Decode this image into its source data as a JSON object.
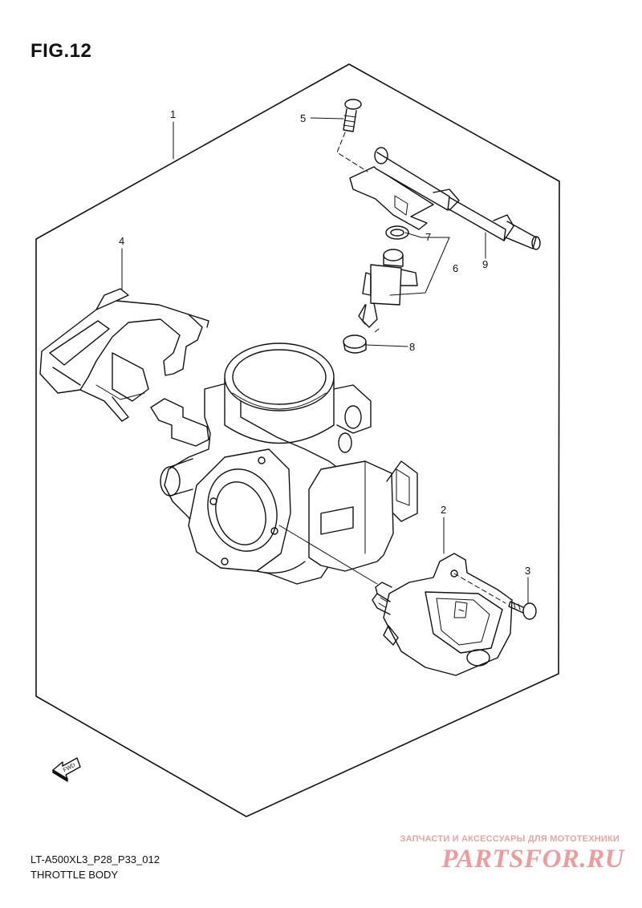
{
  "figure": {
    "title": "FIG.12"
  },
  "callouts": [
    "1",
    "2",
    "3",
    "4",
    "5",
    "6",
    "7",
    "8",
    "9"
  ],
  "fwd_arrow": {
    "label": "FWD"
  },
  "footer": {
    "code": "LT-A500XL3_P28_P33_012",
    "caption": "THROTTLE BODY"
  },
  "watermark": {
    "top": "ЗАПЧАСТИ И АКСЕССУАРЫ ДЛЯ МОТОТЕХНИКИ",
    "logo": "PARTSFOR.RU"
  },
  "colors": {
    "line": "#111111",
    "watermark": "#ec9c9c"
  }
}
